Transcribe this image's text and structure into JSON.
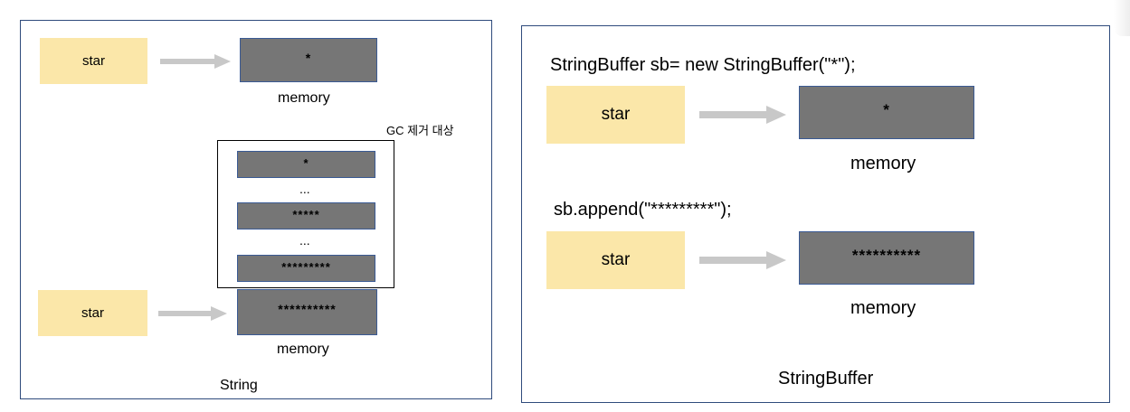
{
  "left_panel": {
    "caption": "String",
    "row1": {
      "var_label": "star",
      "memory_value": "*",
      "memory_label": "memory"
    },
    "gc": {
      "label": "GC 제거 대상",
      "items": [
        "*",
        "...",
        "*****",
        "...",
        "*********"
      ]
    },
    "row2": {
      "var_label": "star",
      "memory_value": "**********",
      "memory_label": "memory"
    }
  },
  "right_panel": {
    "caption": "StringBuffer",
    "code1": "StringBuffer sb= new StringBuffer(\"*\");",
    "row1": {
      "var_label": "star",
      "memory_value": "*",
      "memory_label": "memory"
    },
    "code2": "sb.append(\"*********\");",
    "row2": {
      "var_label": "star",
      "memory_value": "**********",
      "memory_label": "memory"
    }
  },
  "colors": {
    "variable_fill": "#fbe7a9",
    "memory_fill": "#767676",
    "arrow": "#c8c8c8",
    "panel_border": "#2f4b7c"
  }
}
